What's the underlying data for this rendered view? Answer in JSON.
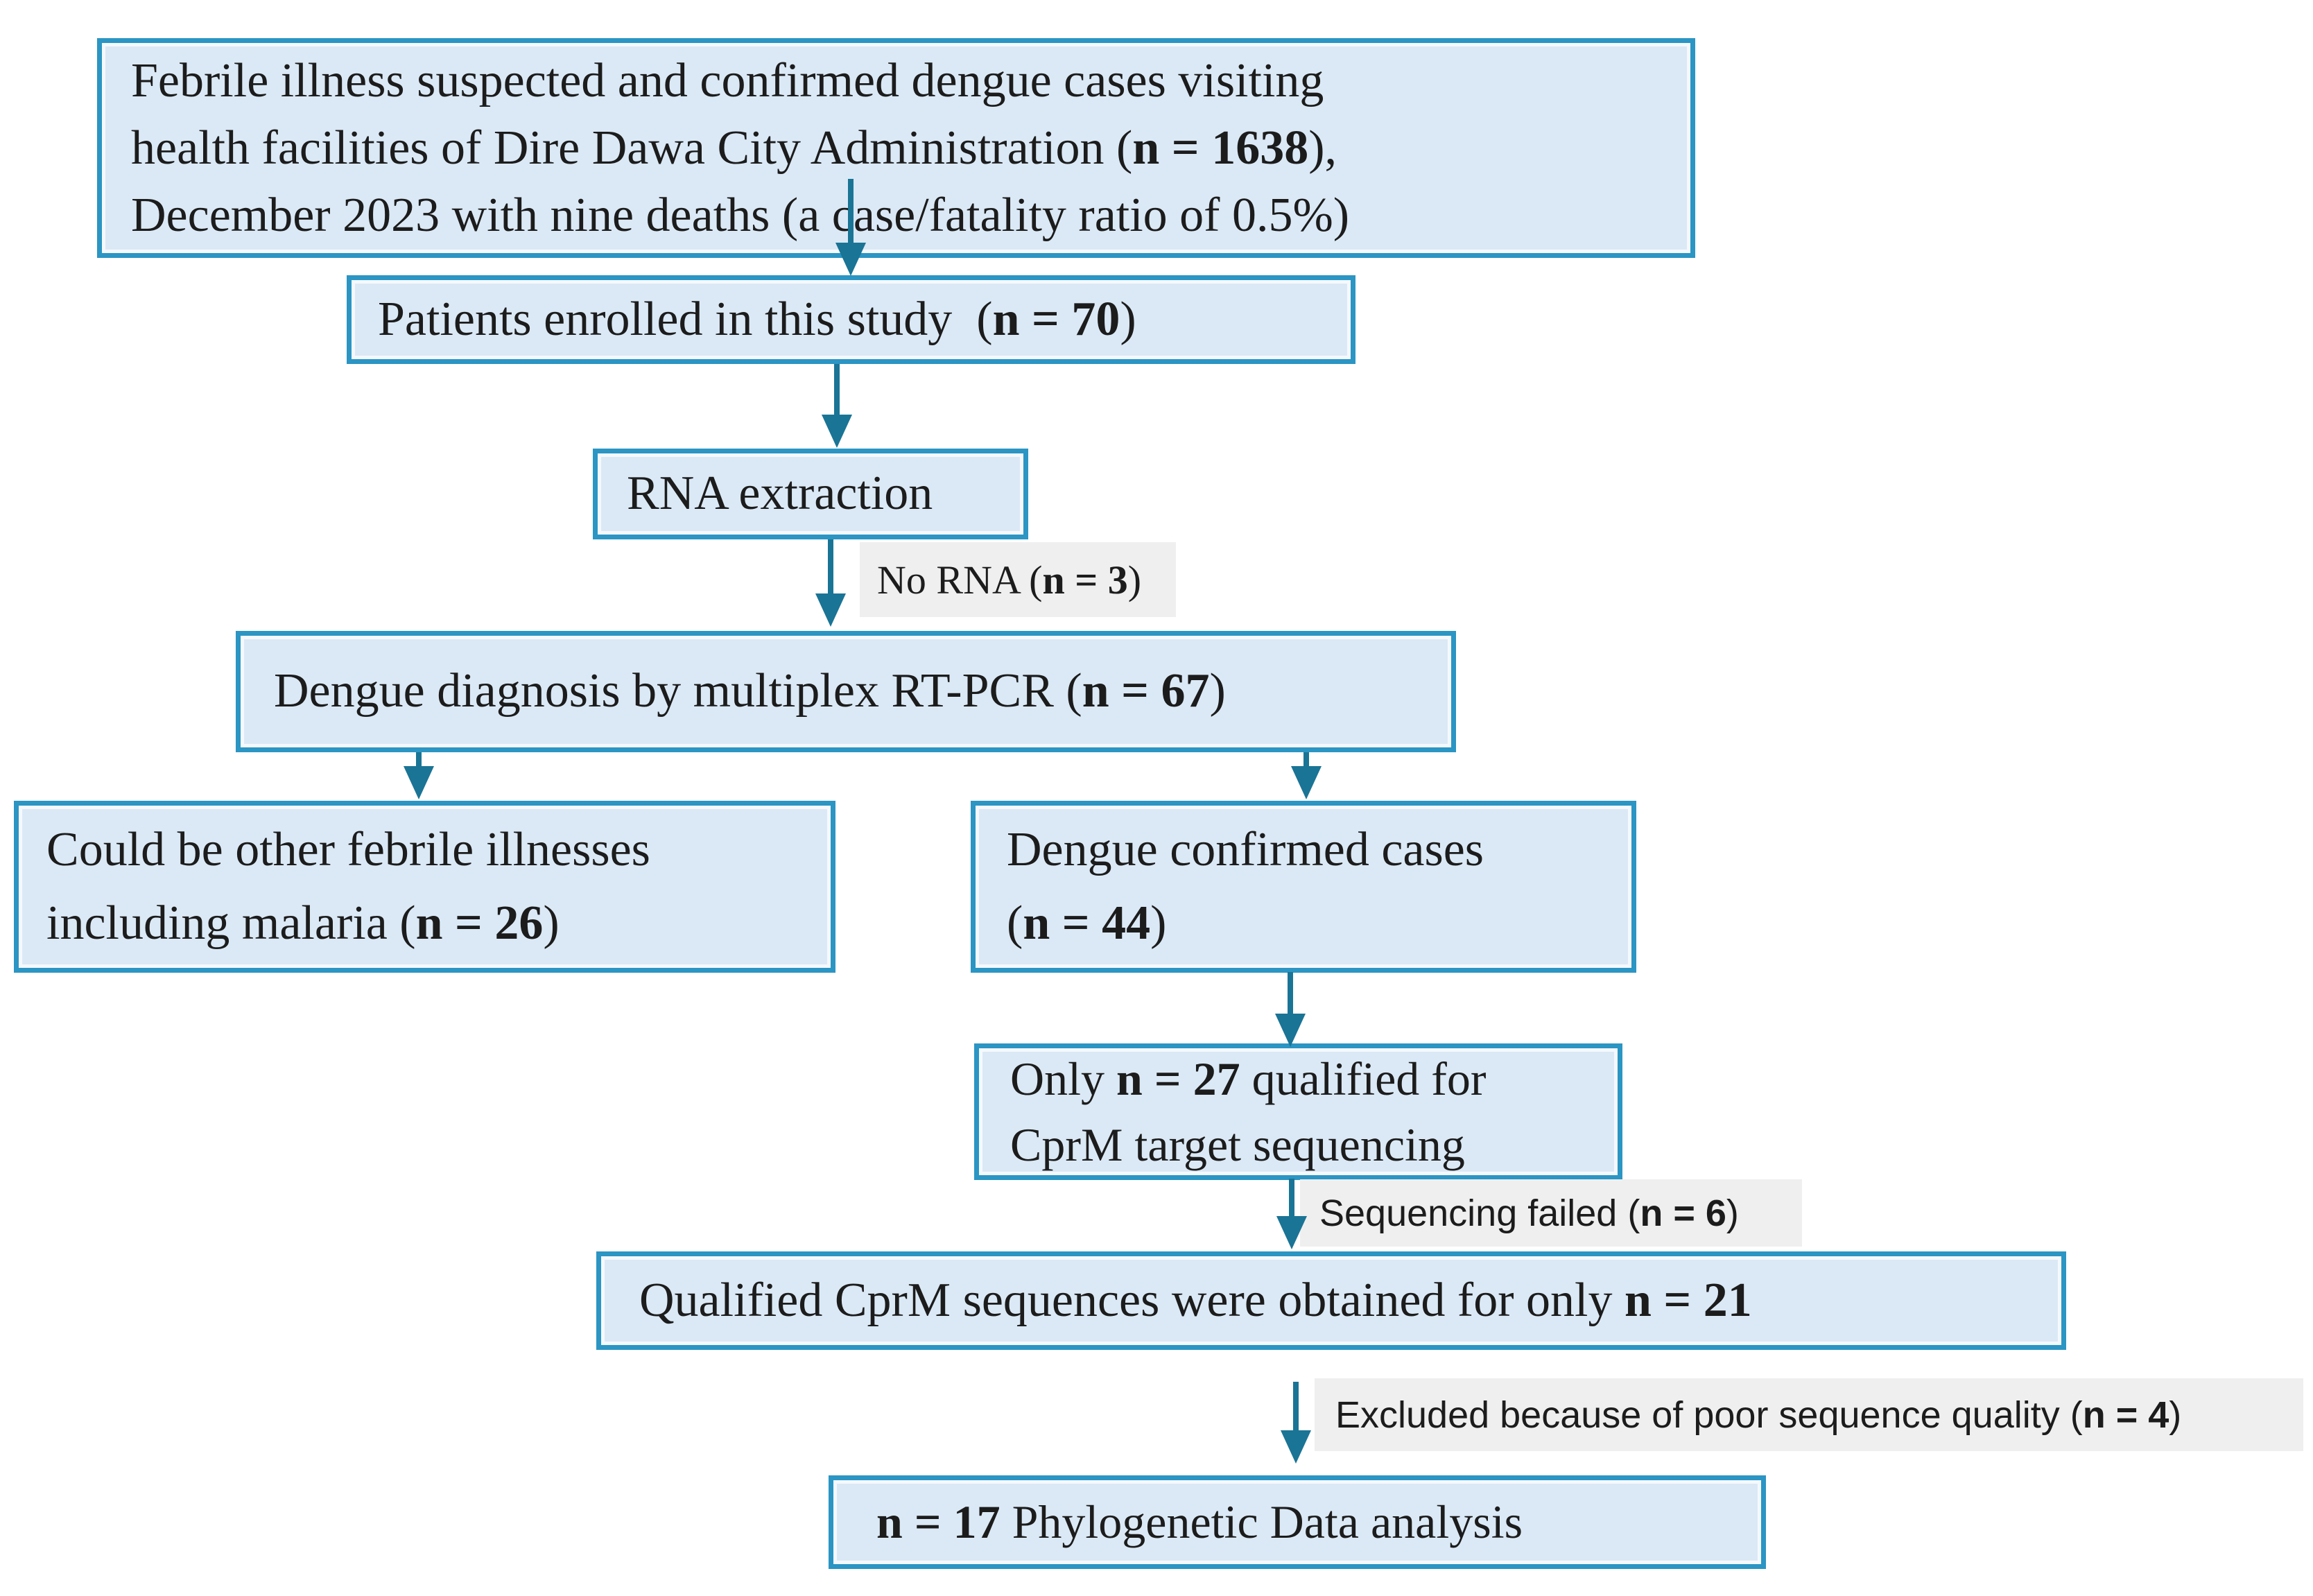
{
  "colors": {
    "box_fill": "#dbe9f6",
    "box_border": "#2b95c3",
    "arrow": "#1a7495",
    "label_bg": "#efefef",
    "text": "#1c1c1c"
  },
  "flowchart": {
    "title": "Dengue study enrollment and sequencing flow",
    "boxes": [
      {
        "id": "febrile-illness-source",
        "lines": [
          [
            {
              "t": "Febrile illness suspected and confirmed dengue cases visiting"
            }
          ],
          [
            {
              "t": "health facilities of Dire Dawa City Administration ("
            },
            {
              "t": "n = 1638",
              "b": true
            },
            {
              "t": "),"
            }
          ],
          [
            {
              "t": "December 2023 with nine deaths (a case/fatality ratio of 0.5%)"
            }
          ]
        ]
      },
      {
        "id": "patients-enrolled",
        "lines": [
          [
            {
              "t": "Patients enrolled in this study  ("
            },
            {
              "t": "n = 70",
              "b": true
            },
            {
              "t": ")"
            }
          ]
        ]
      },
      {
        "id": "rna-extraction",
        "lines": [
          [
            {
              "t": "RNA extraction"
            }
          ]
        ]
      },
      {
        "id": "rtpcr-diagnosis",
        "lines": [
          [
            {
              "t": "Dengue diagnosis by multiplex RT-PCR ("
            },
            {
              "t": "n = 67",
              "b": true
            },
            {
              "t": ")"
            }
          ]
        ]
      },
      {
        "id": "other-febrile-illnesses",
        "lines": [
          [
            {
              "t": "Could be other febrile illnesses"
            }
          ],
          [
            {
              "t": "including malaria ("
            },
            {
              "t": "n = 26",
              "b": true
            },
            {
              "t": ")"
            }
          ]
        ]
      },
      {
        "id": "dengue-confirmed",
        "lines": [
          [
            {
              "t": "Dengue confirmed cases"
            }
          ],
          [
            {
              "t": "("
            },
            {
              "t": "n = 44",
              "b": true
            },
            {
              "t": ")"
            }
          ]
        ]
      },
      {
        "id": "qualified-for-cprm-sequencing",
        "lines": [
          [
            {
              "t": "Only "
            },
            {
              "t": "n = 27",
              "b": true
            },
            {
              "t": " qualified for"
            }
          ],
          [
            {
              "t": "CprM target sequencing"
            }
          ]
        ]
      },
      {
        "id": "qualified-cprm-sequences",
        "lines": [
          [
            {
              "t": "Qualified CprM sequences were obtained for only "
            },
            {
              "t": "n = 21",
              "b": true
            }
          ]
        ]
      },
      {
        "id": "phylogenetic-analysis",
        "lines": [
          [
            {
              "t": "n = 17",
              "b": true
            },
            {
              "t": " Phylogenetic Data analysis"
            }
          ]
        ]
      }
    ],
    "side_labels": [
      {
        "id": "no-rna",
        "lines": [
          [
            {
              "t": "No RNA ("
            },
            {
              "t": "n = 3",
              "b": true
            },
            {
              "t": ")"
            }
          ]
        ]
      },
      {
        "id": "sequencing-failed",
        "lines": [
          [
            {
              "t": "Sequencing failed ("
            },
            {
              "t": "n = 6",
              "b": true
            },
            {
              "t": ")"
            }
          ]
        ]
      },
      {
        "id": "excluded-poor-quality",
        "lines": [
          [
            {
              "t": "Excluded because of poor sequence quality ("
            },
            {
              "t": "n = 4",
              "b": true
            },
            {
              "t": ")"
            }
          ]
        ]
      }
    ]
  }
}
